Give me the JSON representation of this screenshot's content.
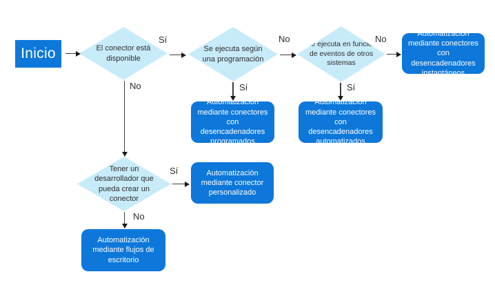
{
  "diagram": {
    "type": "flowchart",
    "language": "es",
    "colors": {
      "node_fill": "#0d77da",
      "node_text": "#ffffff",
      "decision_fill": "#c8ebfa",
      "decision_text": "#2d2d2d",
      "connector": "#3c3c3c",
      "background": "#ffffff"
    },
    "start": {
      "label": "Inicio"
    },
    "decisions": [
      {
        "id": "conector-disponible",
        "label": "El conector está disponible"
      },
      {
        "id": "segun-programacion",
        "label": "Se ejecuta según una programación"
      },
      {
        "id": "eventos-otros-sistemas",
        "label": "Se ejecuta en función de eventos de otros sistemas"
      },
      {
        "id": "desarrollador-conector",
        "label": "Tener un desarrollador que pueda crear un conector"
      }
    ],
    "outcomes": [
      {
        "id": "desencadenadores-instantaneos",
        "label": "Automatización mediante conectores con desencadenadores instantáneos"
      },
      {
        "id": "desencadenadores-programados",
        "label": "Automatización mediante conectores con desencadenadores programados"
      },
      {
        "id": "desencadenadores-automatizados",
        "label": "Automatización mediante conectores con desencadenadores automatizados"
      },
      {
        "id": "conector-personalizado",
        "label": "Automatización mediante conector personalizado"
      },
      {
        "id": "flujos-escritorio",
        "label": "Automatización mediante flujos de escritorio"
      }
    ],
    "edges": [
      {
        "from": "inicio",
        "to": "conector-disponible",
        "label": ""
      },
      {
        "from": "conector-disponible",
        "to": "segun-programacion",
        "label": "Sí"
      },
      {
        "from": "segun-programacion",
        "to": "eventos-otros-sistemas",
        "label": "No"
      },
      {
        "from": "eventos-otros-sistemas",
        "to": "desencadenadores-instantaneos",
        "label": "No"
      },
      {
        "from": "segun-programacion",
        "to": "desencadenadores-programados",
        "label": "Sí"
      },
      {
        "from": "eventos-otros-sistemas",
        "to": "desencadenadores-automatizados",
        "label": "Sí"
      },
      {
        "from": "conector-disponible",
        "to": "desarrollador-conector",
        "label": "No"
      },
      {
        "from": "desarrollador-conector",
        "to": "conector-personalizado",
        "label": "Sí"
      },
      {
        "from": "desarrollador-conector",
        "to": "flujos-escritorio",
        "label": "No"
      }
    ]
  }
}
